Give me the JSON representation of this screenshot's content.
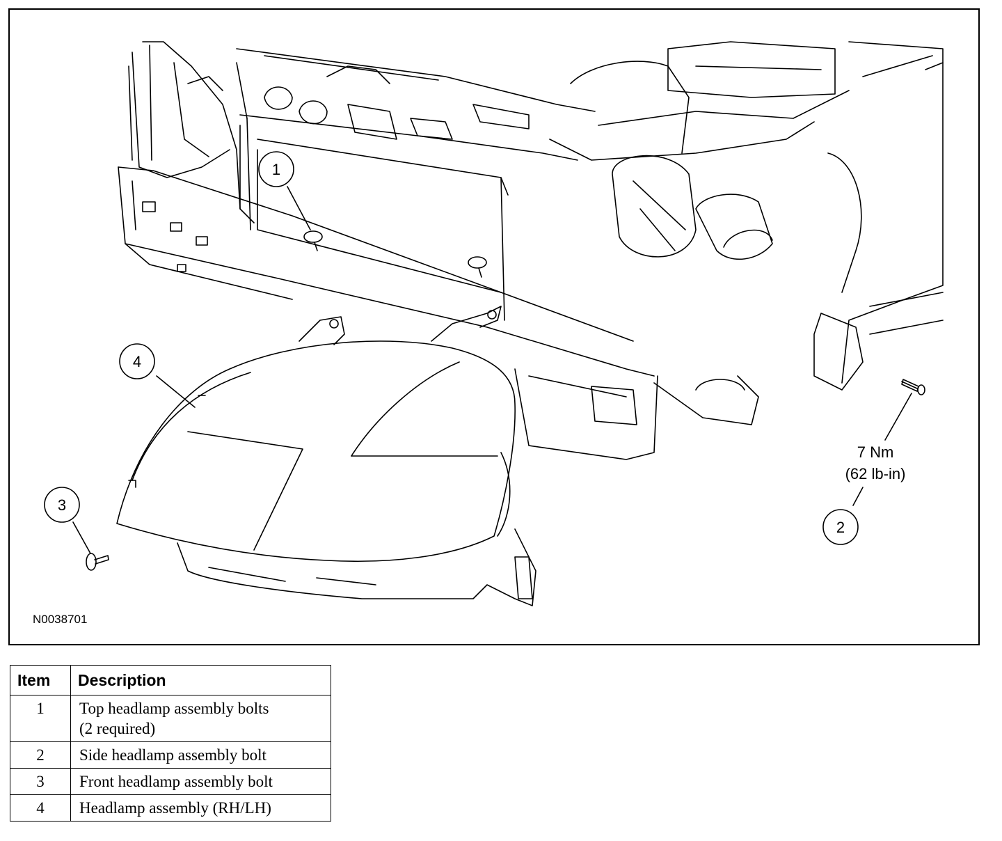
{
  "figure": {
    "id": "N0038701",
    "torque_spec": {
      "line1": "7 Nm",
      "line2": "(62 lb-in)"
    },
    "callouts": [
      "1",
      "2",
      "3",
      "4"
    ]
  },
  "legend": {
    "headers": {
      "item": "Item",
      "description": "Description"
    },
    "rows": [
      {
        "item": "1",
        "description": "Top headlamp assembly bolts",
        "description_line2": "(2 required)"
      },
      {
        "item": "2",
        "description": "Side headlamp assembly bolt"
      },
      {
        "item": "3",
        "description": "Front headlamp assembly bolt"
      },
      {
        "item": "4",
        "description": "Headlamp assembly (RH/LH)"
      }
    ]
  }
}
